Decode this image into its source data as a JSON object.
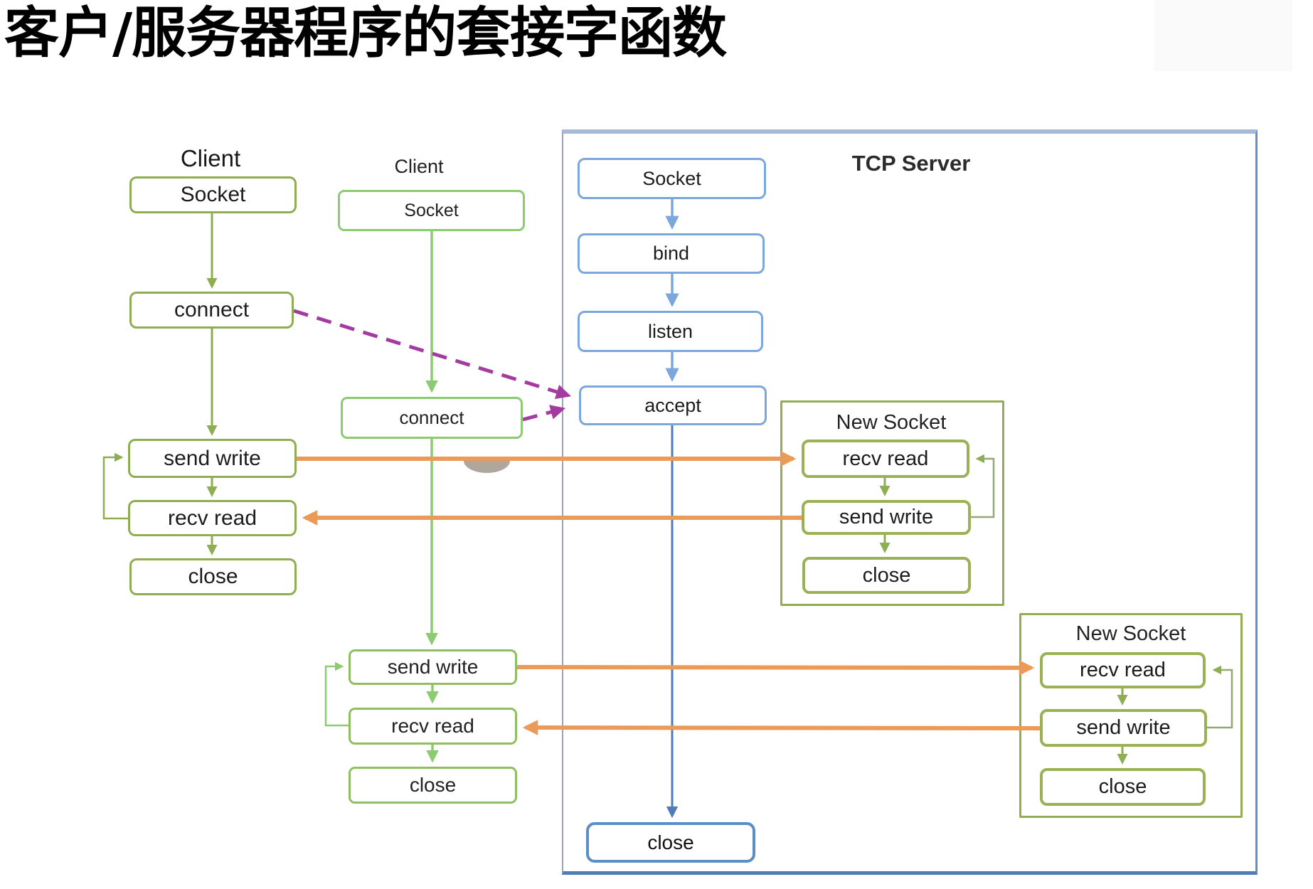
{
  "title": "客户/服务器程序的套接字函数",
  "client1": {
    "label": "Client",
    "socket": "Socket",
    "connect": "connect",
    "send_write": "send write",
    "recv_read": "recv read",
    "close": "close"
  },
  "client2": {
    "label": "Client",
    "socket": "Socket",
    "connect": "connect",
    "send_write": "send write",
    "recv_read": "recv read",
    "close": "close"
  },
  "server": {
    "label": "TCP Server",
    "socket": "Socket",
    "bind": "bind",
    "listen": "listen",
    "accept": "accept",
    "close": "close"
  },
  "new_socket1": {
    "label": "New Socket",
    "recv_read": "recv read",
    "send_write": "send write",
    "close": "close"
  },
  "new_socket2": {
    "label": "New Socket",
    "recv_read": "recv read",
    "send_write": "send write",
    "close": "close"
  },
  "colors": {
    "client1_green": "#8fad52",
    "client2_green": "#8ccb72",
    "server_box_blue": "#7ba7dc",
    "server_border_blue": "#4d7cb8",
    "orange_arrow": "#ec9a57",
    "purple_arrow": "#a43ba0"
  }
}
